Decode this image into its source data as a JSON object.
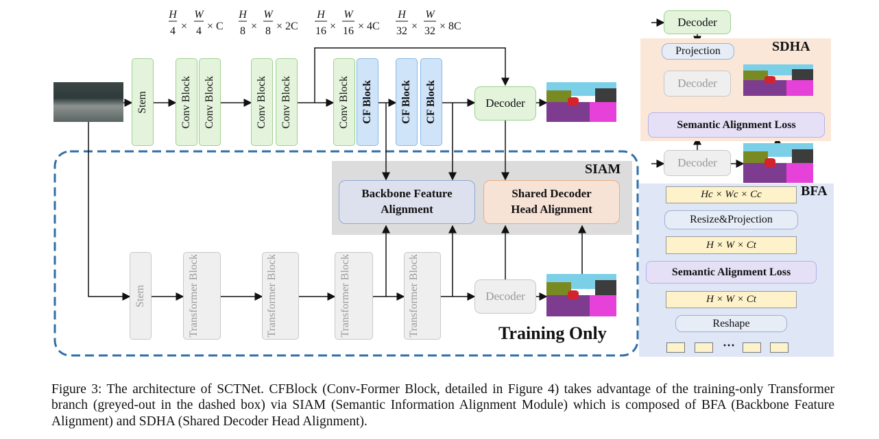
{
  "dims": {
    "d1": {
      "h": "H",
      "hd": "4",
      "w": "W",
      "wd": "4",
      "c": "× C"
    },
    "d2": {
      "h": "H",
      "hd": "8",
      "w": "W",
      "wd": "8",
      "c": "× 2C"
    },
    "d3": {
      "h": "H",
      "hd": "16",
      "w": "W",
      "wd": "16",
      "c": "× 4C"
    },
    "d4": {
      "h": "H",
      "hd": "32",
      "w": "W",
      "wd": "32",
      "c": "× 8C"
    },
    "times": "×"
  },
  "top": {
    "stem": "Stem",
    "conv": "Conv Block",
    "cf": "CF Block",
    "decoder": "Decoder"
  },
  "bottom": {
    "stem": "Stem",
    "transformer": "Transformer Block",
    "decoder": "Decoder"
  },
  "siam": {
    "title": "SIAM",
    "bfa_box": "Backbone Feature Alignment",
    "sdha_box": "Shared Decoder Head Alignment",
    "training_only": "Training Only"
  },
  "sdha_panel": {
    "title": "SDHA",
    "decoder_top": "Decoder",
    "projection": "Projection",
    "decoder_grey": "Decoder",
    "loss": "Semantic Alignment Loss",
    "decoder_bottom": "Decoder"
  },
  "bfa_panel": {
    "title": "BFA",
    "shape1": "Hc × Wc × Cc",
    "resize": "Resize&Projection",
    "shape2": "H × W × Ct",
    "loss": "Semantic Alignment Loss",
    "shape3": "H × W × Ct",
    "reshape": "Reshape",
    "dots": "···"
  },
  "caption": "Figure 3: The architecture of SCTNet. CFBlock (Conv-Former Block, detailed in Figure 4) takes advantage of the training-only Transformer branch (greyed-out in the dashed box) via SIAM (Semantic Information Alignment Module) which is composed of BFA (Backbone Feature Alignment) and SDHA (Shared Decoder Head Alignment).",
  "colors": {
    "green_fill": "#e3f3dc",
    "green_border": "#9dd28c",
    "blue_fill": "#cfe4f8",
    "blue_border": "#86b8e6",
    "grey_fill": "#efefef",
    "grey_border": "#c7c7c7",
    "siam_bg": "#dcdcdc",
    "sdha_bg": "#fbe7d8",
    "bfa_bg": "#dfe6f5",
    "dashed": "#2e6ea6"
  }
}
